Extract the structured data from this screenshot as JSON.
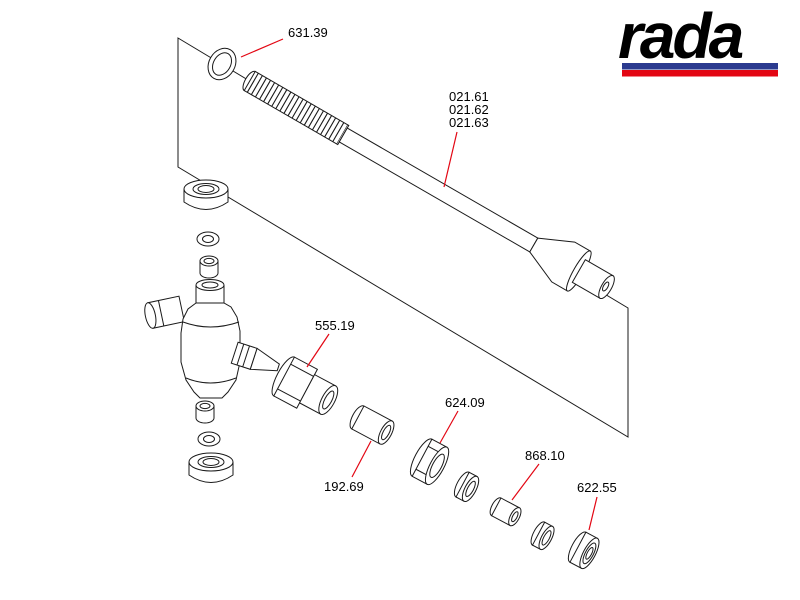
{
  "logo": {
    "text": "rada",
    "bar_top_color": "#2b3a8f",
    "bar_bottom_color": "#e30613"
  },
  "diagram": {
    "line_color": "#1a1a1a",
    "leader_color": "#e30613",
    "labels": {
      "oring": "631.39",
      "hose_1": "021.61",
      "hose_2": "021.62",
      "hose_3": "021.63",
      "adapter": "555.19",
      "sleeve": "192.69",
      "nut": "624.09",
      "spacer": "868.10",
      "flange": "622.55"
    }
  }
}
